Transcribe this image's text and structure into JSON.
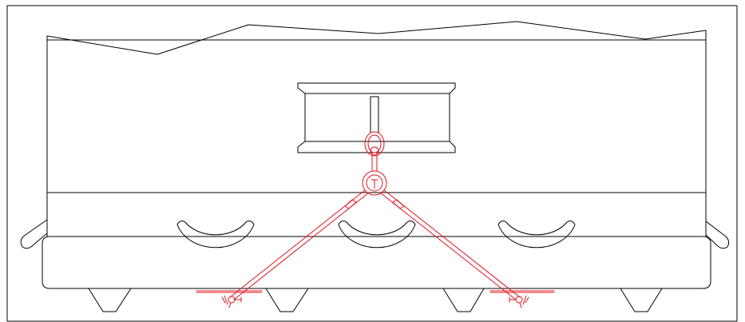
{
  "colors": {
    "outline": "#000000",
    "rigging": "#e0141e",
    "background": "#ffffff"
  },
  "parts": {
    "container": "open-top-wagon-body",
    "load": "i-beam-lifting-lug",
    "hook": "hook-shackle",
    "master_link": "master-ring",
    "slings": [
      "left-wire-sling",
      "right-wire-sling"
    ],
    "anchors": [
      "left-turnbuckle-anchor",
      "right-turnbuckle-anchor"
    ],
    "handles": [
      "u-handle-left",
      "u-handle-center",
      "u-handle-right"
    ],
    "feet": [
      "foot-1",
      "foot-2",
      "foot-3",
      "foot-4"
    ]
  }
}
